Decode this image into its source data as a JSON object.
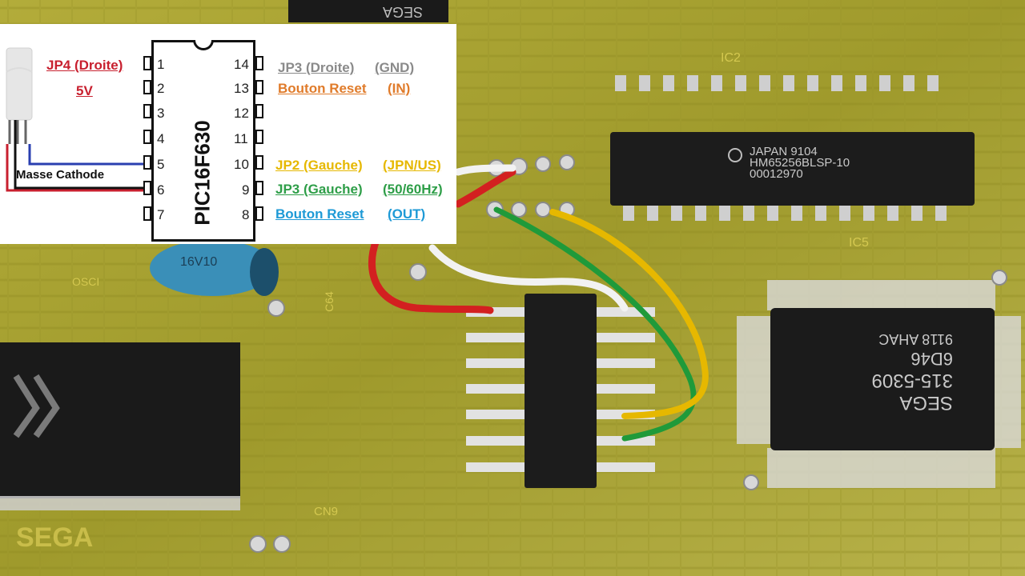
{
  "chip": {
    "name": "PIC16F630"
  },
  "left_pins": [
    "1",
    "2",
    "3",
    "4",
    "5",
    "6",
    "7"
  ],
  "right_pins": [
    "14",
    "13",
    "12",
    "11",
    "10",
    "9",
    "8"
  ],
  "labels": {
    "jp4": "JP4 (Droite)",
    "v5": "5V",
    "masse": "Masse Cathode",
    "pin14_name": "JP3 (Droite)",
    "pin14_tag": "(GND)",
    "pin13_name": "Bouton Reset",
    "pin13_tag": "(IN)",
    "pin10_name": "JP2 (Gauche)",
    "pin10_tag": "(JPN/US)",
    "pin9_name": "JP3 (Gauche)",
    "pin9_tag": "(50/60Hz)",
    "pin8_name": "Bouton Reset",
    "pin8_tag": "(OUT)"
  },
  "board_text": {
    "ram_line1": "JAPAN 9104",
    "ram_line2": "HM65256BLSP-10",
    "ram_line3": "00012970",
    "vdp_line1": "SEGA",
    "vdp_line2": "315-5309",
    "vdp_line3": "6D46",
    "vdp_line4": "9118 AHAC",
    "top_chip": "SEGA",
    "board_logo": "SEGA",
    "ic2": "IC2",
    "ic5": "IC5",
    "osc": "OSCI",
    "cn9": "CN9",
    "cap": "16V10",
    "c64": "C64"
  },
  "colors": {
    "label_red": "#c8202f",
    "label_gray": "#8a8a8a",
    "label_orange": "#e07b2a",
    "label_yellow": "#e6b800",
    "label_green": "#2e9e48",
    "label_blue": "#1e9ad6",
    "wire_red": "#d32020",
    "wire_blue": "#2a3fb0",
    "wire_white": "#f2f2f2",
    "wire_green": "#1f9a3a",
    "wire_yellow": "#e6b800"
  }
}
